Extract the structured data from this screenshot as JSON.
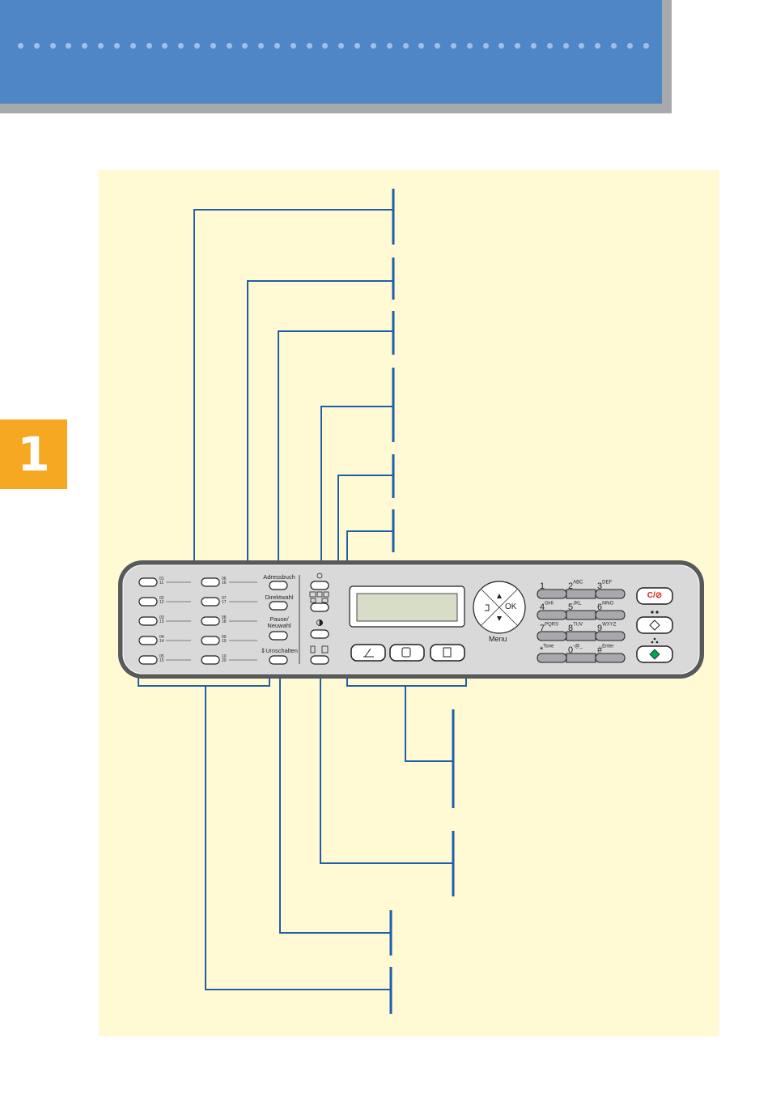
{
  "chapter": {
    "number": "1"
  },
  "panel": {
    "function_keys": {
      "address_book": "Adressbuch",
      "speed_dial": "Direktwahl",
      "pause_redial_line1": "Pause/",
      "pause_redial_line2": "Neuwahl",
      "shift": "Umschalten"
    },
    "one_touch": [
      {
        "top": "01",
        "bottom": "11"
      },
      {
        "top": "02",
        "bottom": "12"
      },
      {
        "top": "03",
        "bottom": "13"
      },
      {
        "top": "04",
        "bottom": "14"
      },
      {
        "top": "05",
        "bottom": "15"
      },
      {
        "top": "06",
        "bottom": "16"
      },
      {
        "top": "07",
        "bottom": "17"
      },
      {
        "top": "08",
        "bottom": "18"
      },
      {
        "top": "09",
        "bottom": "19"
      },
      {
        "top": "10",
        "bottom": "20"
      }
    ],
    "nav": {
      "ok": "OK",
      "menu": "Menu"
    },
    "keypad": [
      {
        "digit": "1",
        "letters": ""
      },
      {
        "digit": "2",
        "letters": "ABC"
      },
      {
        "digit": "3",
        "letters": "DEF"
      },
      {
        "digit": "4",
        "letters": "GHI"
      },
      {
        "digit": "5",
        "letters": "JKL"
      },
      {
        "digit": "6",
        "letters": "MNO"
      },
      {
        "digit": "7",
        "letters": "PQRS"
      },
      {
        "digit": "8",
        "letters": "TUV"
      },
      {
        "digit": "9",
        "letters": "WXYZ"
      },
      {
        "digit": "*",
        "letters": "Tone"
      },
      {
        "digit": "0",
        "letters": "-@_"
      },
      {
        "digit": "#",
        "letters": "Enter"
      }
    ],
    "clear_stop": "C/⊘",
    "colors": {
      "accent_blue": "#1f5fa8",
      "header_blue": "#4f86c6",
      "chapter_orange": "#f7a823",
      "panel_bg": "#fff9d4",
      "clear_red": "#e2231a",
      "start_green": "#00a651"
    }
  }
}
